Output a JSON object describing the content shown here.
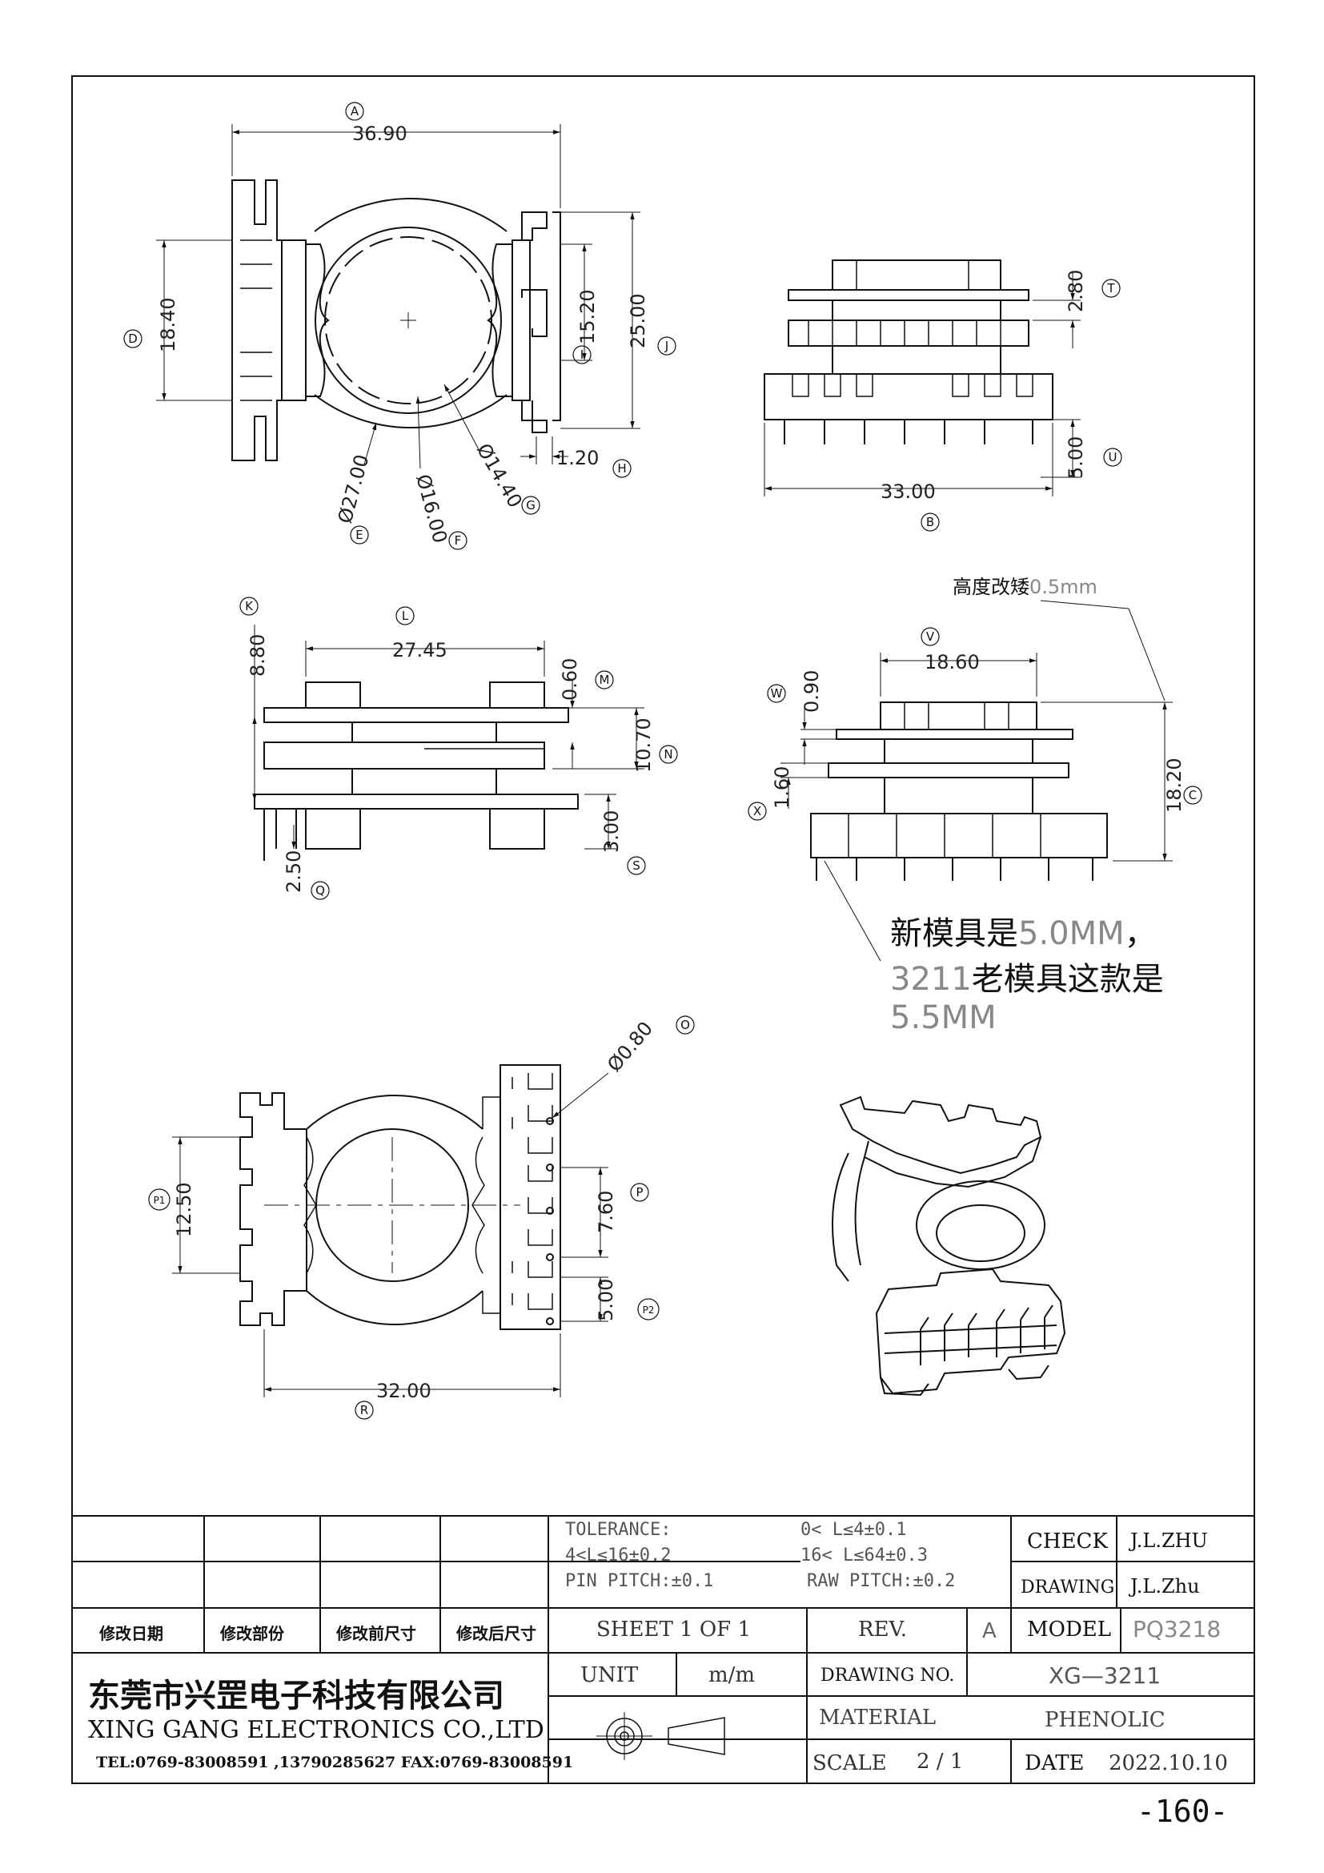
{
  "dimensions": {
    "A": {
      "letter": "A",
      "value": "36.90"
    },
    "B": {
      "letter": "B",
      "value": "33.00"
    },
    "C": {
      "letter": "C",
      "value": "18.20"
    },
    "D": {
      "letter": "D",
      "value": "18.40"
    },
    "E": {
      "letter": "E",
      "value": "Ø27.00"
    },
    "F": {
      "letter": "F",
      "value": "Ø16.00"
    },
    "G": {
      "letter": "G",
      "value": "Ø14.40"
    },
    "H": {
      "letter": "H",
      "value": "1.20"
    },
    "I": {
      "letter": "I",
      "value": "15.20"
    },
    "J": {
      "letter": "J",
      "value": "25.00"
    },
    "K": {
      "letter": "K",
      "value": "8.80"
    },
    "L": {
      "letter": "L",
      "value": "27.45"
    },
    "M": {
      "letter": "M",
      "value": "0.60"
    },
    "N": {
      "letter": "N",
      "value": "10.70"
    },
    "O": {
      "letter": "O",
      "value": "Ø0.80"
    },
    "P": {
      "letter": "P",
      "value": "7.60"
    },
    "P1": {
      "letter": "P1",
      "value": "12.50"
    },
    "P2": {
      "letter": "P2",
      "value": "5.00"
    },
    "Q": {
      "letter": "Q",
      "value": "2.50"
    },
    "R": {
      "letter": "R",
      "value": "32.00"
    },
    "S": {
      "letter": "S",
      "value": "3.00"
    },
    "T": {
      "letter": "T",
      "value": "2.80"
    },
    "U": {
      "letter": "U",
      "value": "5.00"
    },
    "V": {
      "letter": "V",
      "value": "18.60"
    },
    "W": {
      "letter": "W",
      "value": "0.90"
    },
    "X": {
      "letter": "X",
      "value": "1.60"
    }
  },
  "notes": {
    "height_change_cn": "高度改矮",
    "height_change_val": "0.5mm",
    "new_mold_cn": "新模具是",
    "new_mold_val": "5.0MM",
    "new_mold_comma": "，",
    "old_mold_num": "3211",
    "old_mold_cn": "老模具这款是",
    "old_mold_val": "5.5MM"
  },
  "title_block": {
    "tolerance_label": "TOLERANCE:",
    "tol_range_1": "0< L≤4±0.1",
    "tol_range_2": "4<L≤16±0.2",
    "tol_range_3": "16< L≤64±0.3",
    "pin_pitch": "PIN PITCH:±0.1",
    "raw_pitch": "RAW PITCH:±0.2",
    "check_label": "CHECK",
    "check_name": "J.L.ZHU",
    "drawing_label": "DRAWING",
    "drawing_name": "J.L.Zhu",
    "rev_headers": [
      "修改日期",
      "修改部份",
      "修改前尺寸",
      "修改后尺寸"
    ],
    "sheet": "SHEET 1 OF 1",
    "rev_label": "REV.",
    "rev_value": "A",
    "model_label": "MODEL",
    "model_value": "PQ3218",
    "company_cn": "东莞市兴罡电子科技有限公司",
    "company_en": "XING GANG  ELECTRONICS CO.,LTD",
    "contact": "TEL:0769-83008591 ,13790285627 FAX:0769-83008591",
    "unit_label": "UNIT",
    "unit_value": "m/m",
    "drawing_no_label": "DRAWING  NO.",
    "drawing_no_value": "XG—3211",
    "material_label": "MATERIAL",
    "material_value": "PHENOLIC",
    "scale_label": "SCALE",
    "scale_value": "2  /  1",
    "date_label": "DATE",
    "date_value": "2022.10.10"
  },
  "page_number": "-160-"
}
